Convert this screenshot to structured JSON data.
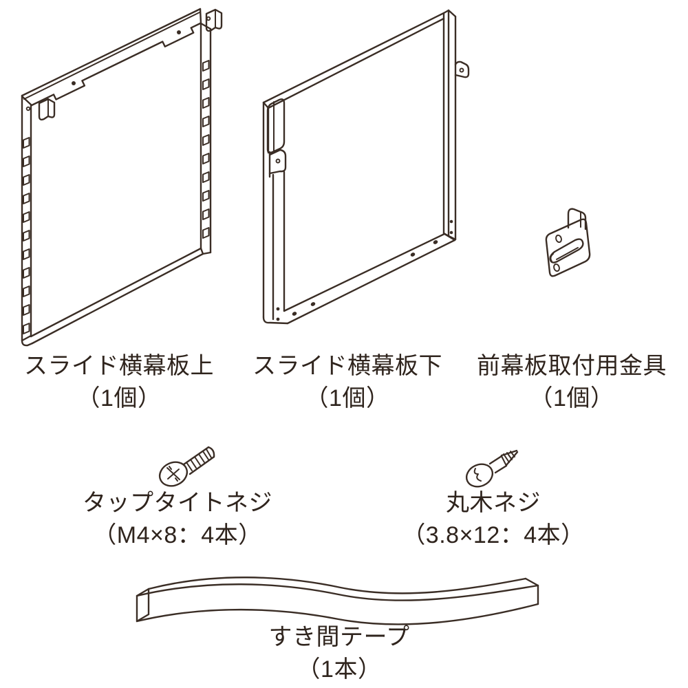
{
  "figure": {
    "title": "parts-list-diagram",
    "background": "#ffffff",
    "line_color": "#3a2d25",
    "text_color": "#2f241d",
    "parts": [
      {
        "id": "slide-side-panel-upper",
        "label": "スライド横幕板上",
        "qty": "（1個）"
      },
      {
        "id": "slide-side-panel-lower",
        "label": "スライド横幕板下",
        "qty": "（1個）"
      },
      {
        "id": "front-panel-bracket",
        "label": "前幕板取付用金具",
        "qty": "（1個）"
      },
      {
        "id": "tap-tight-screw",
        "label": "タップタイトネジ",
        "qty": "（M4×8：4本）"
      },
      {
        "id": "round-wood-screw",
        "label": "丸木ネジ",
        "qty": "（3.8×12：4本）"
      },
      {
        "id": "gap-tape",
        "label": "すき間テープ",
        "qty": "（1本）"
      }
    ]
  }
}
